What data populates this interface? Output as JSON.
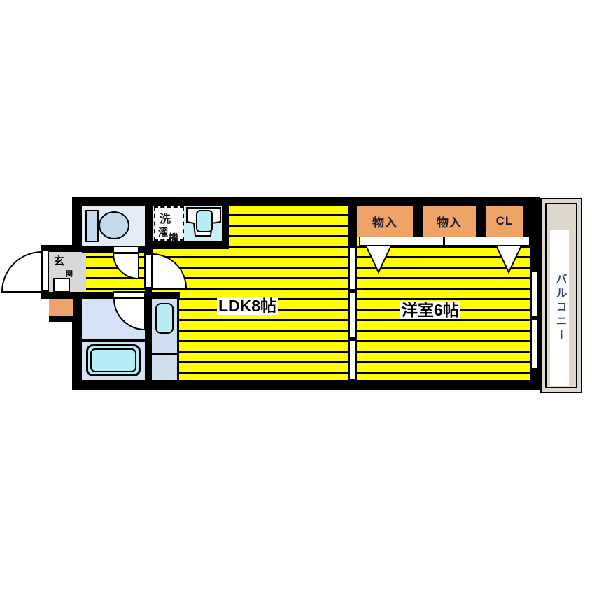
{
  "floor_plan": {
    "rooms": {
      "ldk": {
        "label": "LDK8帖"
      },
      "western_room": {
        "label": "洋室6帖"
      },
      "balcony": {
        "label": "バルコニー"
      },
      "entrance": {
        "char_main": "玄",
        "char_sub": "関"
      },
      "washer_space": {
        "char_1": "洗",
        "char_2": "濯",
        "char_3": "機"
      }
    },
    "closets": [
      {
        "label": "物入"
      },
      {
        "label": "物入"
      },
      {
        "label": "CL"
      }
    ],
    "colors": {
      "tatami_yellow": "#ffff00",
      "closet_orange": "#eda466",
      "shoebox_orange": "#efa36c",
      "balcony_beige": "#ded7cd",
      "toilet_room_blue": "#e3edf7",
      "washroom_cyan": "#c9f0f6",
      "bathroom_blue": "#d3e3f5",
      "kitchen_blue": "#cfdff0",
      "fixture_blue": "#c2d9f0",
      "tub_cyan": "#b5ecf5",
      "wall_black": "#000000",
      "balcony_text_navy": "#414175"
    }
  }
}
